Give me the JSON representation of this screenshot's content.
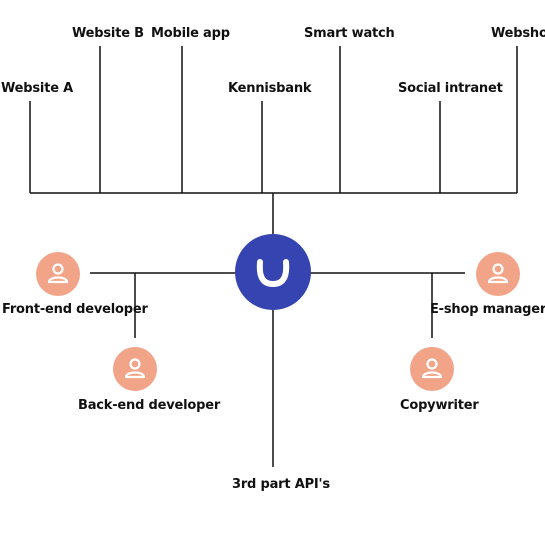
{
  "colors": {
    "hub": "#3544b1",
    "hub_symbol": "#ffffff",
    "avatar": "#f2a488",
    "avatar_icon": "#ffffff",
    "line": "#111111",
    "text": "#111111"
  },
  "hub": {
    "icon": "umbraco-logo-icon"
  },
  "channels": [
    {
      "label": "Website A"
    },
    {
      "label": "Website B"
    },
    {
      "label": "Mobile app"
    },
    {
      "label": "Kennisbank"
    },
    {
      "label": "Smart watch"
    },
    {
      "label": "Social intranet"
    },
    {
      "label": "Webshop"
    }
  ],
  "roles": [
    {
      "label": "Front-end developer",
      "icon": "user-icon"
    },
    {
      "label": "Back-end developer",
      "icon": "user-icon"
    },
    {
      "label": "E-shop manager",
      "icon": "user-icon"
    },
    {
      "label": "Copywriter",
      "icon": "user-icon"
    }
  ],
  "integrations": [
    {
      "label": "3rd part API's"
    }
  ]
}
